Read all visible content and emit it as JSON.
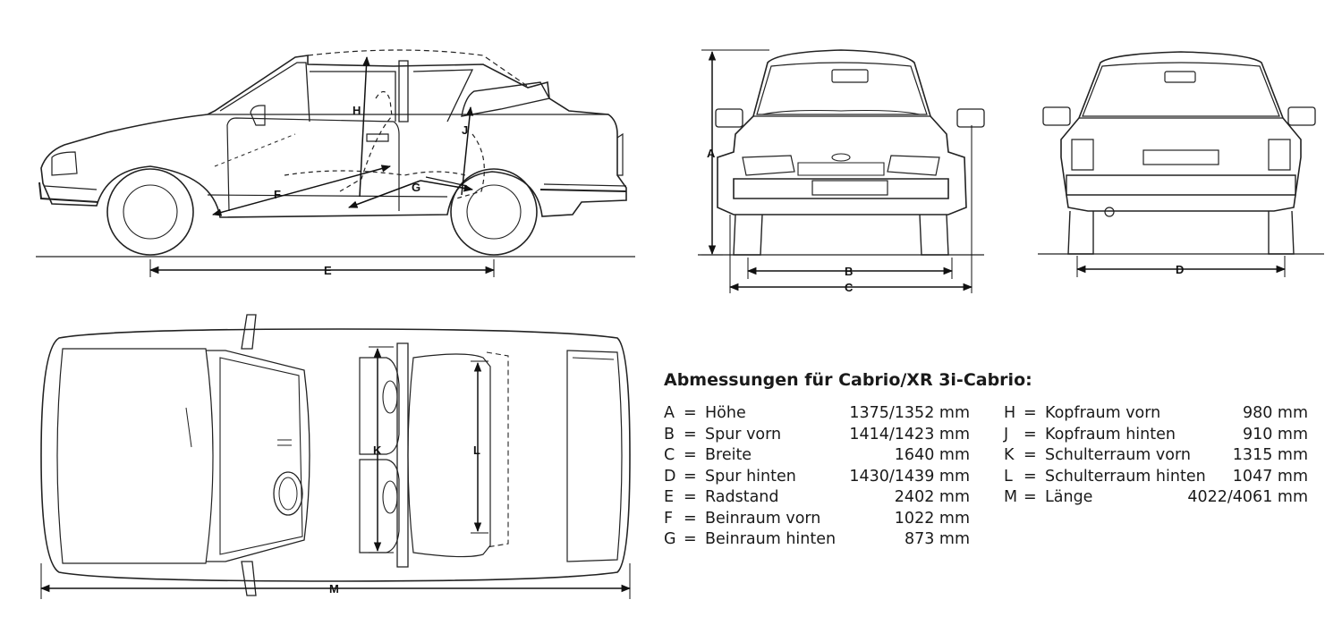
{
  "title": "Abmessungen für Cabrio/XR 3i-Cabrio:",
  "dimension_markers": [
    "A",
    "B",
    "C",
    "D",
    "E",
    "F",
    "G",
    "H",
    "J",
    "K",
    "L",
    "M"
  ],
  "specs_left": [
    {
      "key": "A",
      "eq": "=",
      "label": "Höhe",
      "value": "1375/1352 mm"
    },
    {
      "key": "B",
      "eq": "=",
      "label": "Spur vorn",
      "value": "1414/1423 mm"
    },
    {
      "key": "C",
      "eq": "=",
      "label": "Breite",
      "value": "1640 mm"
    },
    {
      "key": "D",
      "eq": "=",
      "label": "Spur hinten",
      "value": "1430/1439 mm"
    },
    {
      "key": "E",
      "eq": "=",
      "label": "Radstand",
      "value": "2402 mm"
    },
    {
      "key": "F",
      "eq": "=",
      "label": "Beinraum vorn",
      "value": "1022 mm"
    },
    {
      "key": "G",
      "eq": "=",
      "label": "Beinraum hinten",
      "value": "873 mm"
    }
  ],
  "specs_right": [
    {
      "key": "H",
      "eq": "=",
      "label": "Kopfraum vorn",
      "value": "980 mm"
    },
    {
      "key": "J",
      "eq": "=",
      "label": "Kopfraum hinten",
      "value": "910 mm"
    },
    {
      "key": "K",
      "eq": "=",
      "label": "Schulterraum vorn",
      "value": "1315 mm"
    },
    {
      "key": "L",
      "eq": "=",
      "label": "Schulterraum hinten",
      "value": "1047 mm"
    },
    {
      "key": "M",
      "eq": "=",
      "label": "Länge",
      "value": "4022/4061 mm"
    }
  ]
}
